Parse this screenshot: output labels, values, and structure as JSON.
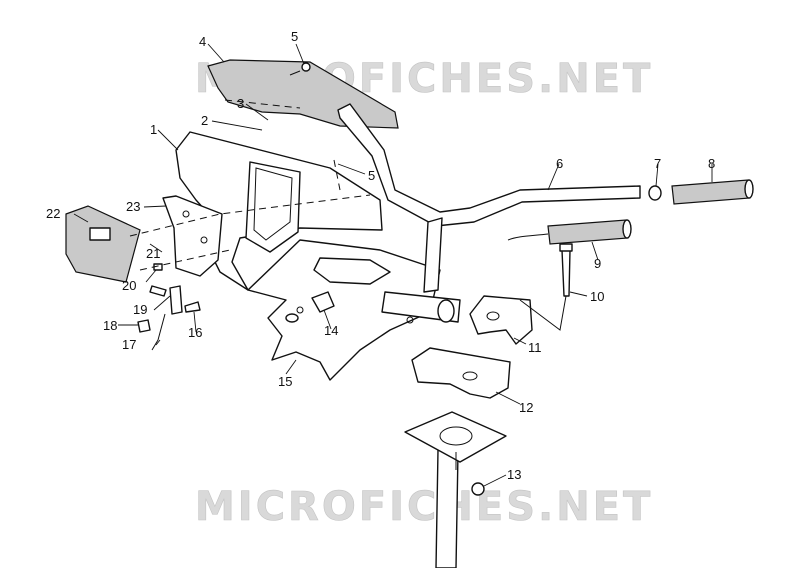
{
  "watermark": {
    "text": "MICROFICHES.NET"
  },
  "callouts": [
    "1",
    "2",
    "3",
    "4",
    "5",
    "5",
    "6",
    "7",
    "8",
    "9",
    "10",
    "11",
    "12",
    "13",
    "14",
    "15",
    "16",
    "17",
    "18",
    "19",
    "20",
    "21",
    "22",
    "23"
  ]
}
